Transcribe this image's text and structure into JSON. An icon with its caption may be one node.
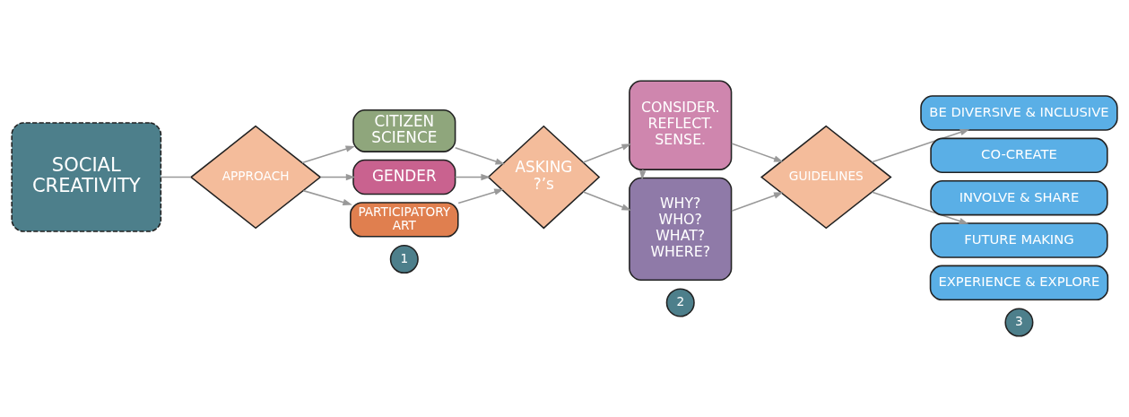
{
  "diagram": {
    "nodes": [
      {
        "text": [
          "SOCIAL CREATIVITY"
        ]
      },
      {
        "text": [
          "APPROACH"
        ]
      },
      {
        "text": [
          "CITIZEN SCIENCE"
        ]
      },
      {
        "text": [
          "GENDER"
        ]
      },
      {
        "text": [
          "PARTICIPATORY ART"
        ]
      },
      {
        "text": [
          "ASKING ?’s"
        ]
      },
      {
        "text": [
          "CONSIDER. REFLECT. SENSE."
        ]
      },
      {
        "text": [
          "WHY? WHO? WHAT? WHERE?"
        ]
      },
      {
        "text": [
          "GUIDELINES"
        ]
      },
      {
        "text": [
          "BE DIVERSIVE & INCLUSIVE"
        ]
      },
      {
        "text": [
          "CO-CREATE"
        ]
      },
      {
        "text": [
          "INVOLVE & SHARE"
        ]
      },
      {
        "text": [
          "FUTURE MAKING"
        ]
      },
      {
        "text": [
          "EXPERIENCE & EXPLORE"
        ]
      },
      {
        "text": [
          "1"
        ]
      },
      {
        "text": [
          "2"
        ]
      },
      {
        "text": [
          "3"
        ]
      }
    ],
    "edges": [
      {
        "from": 0,
        "to": 1,
        "arrow": "none"
      },
      {
        "from": 1,
        "to": 2,
        "arrow": "to"
      },
      {
        "from": 1,
        "to": 3,
        "arrow": "to"
      },
      {
        "from": 1,
        "to": 4,
        "arrow": "to"
      },
      {
        "from": 2,
        "to": 5,
        "arrow": "to"
      },
      {
        "from": 3,
        "to": 5,
        "arrow": "to"
      },
      {
        "from": 4,
        "to": 5,
        "arrow": "to"
      },
      {
        "from": 5,
        "to": 6,
        "arrow": "to"
      },
      {
        "from": 5,
        "to": 7,
        "arrow": "to"
      },
      {
        "from": 6,
        "to": 7,
        "arrow": "to"
      },
      {
        "from": 6,
        "to": 8,
        "arrow": "to"
      },
      {
        "from": 7,
        "to": 8,
        "arrow": "to"
      },
      {
        "from": 8,
        "to": 9,
        "arrow": "to"
      },
      {
        "from": 8,
        "to": 12,
        "arrow": "to"
      }
    ]
  }
}
